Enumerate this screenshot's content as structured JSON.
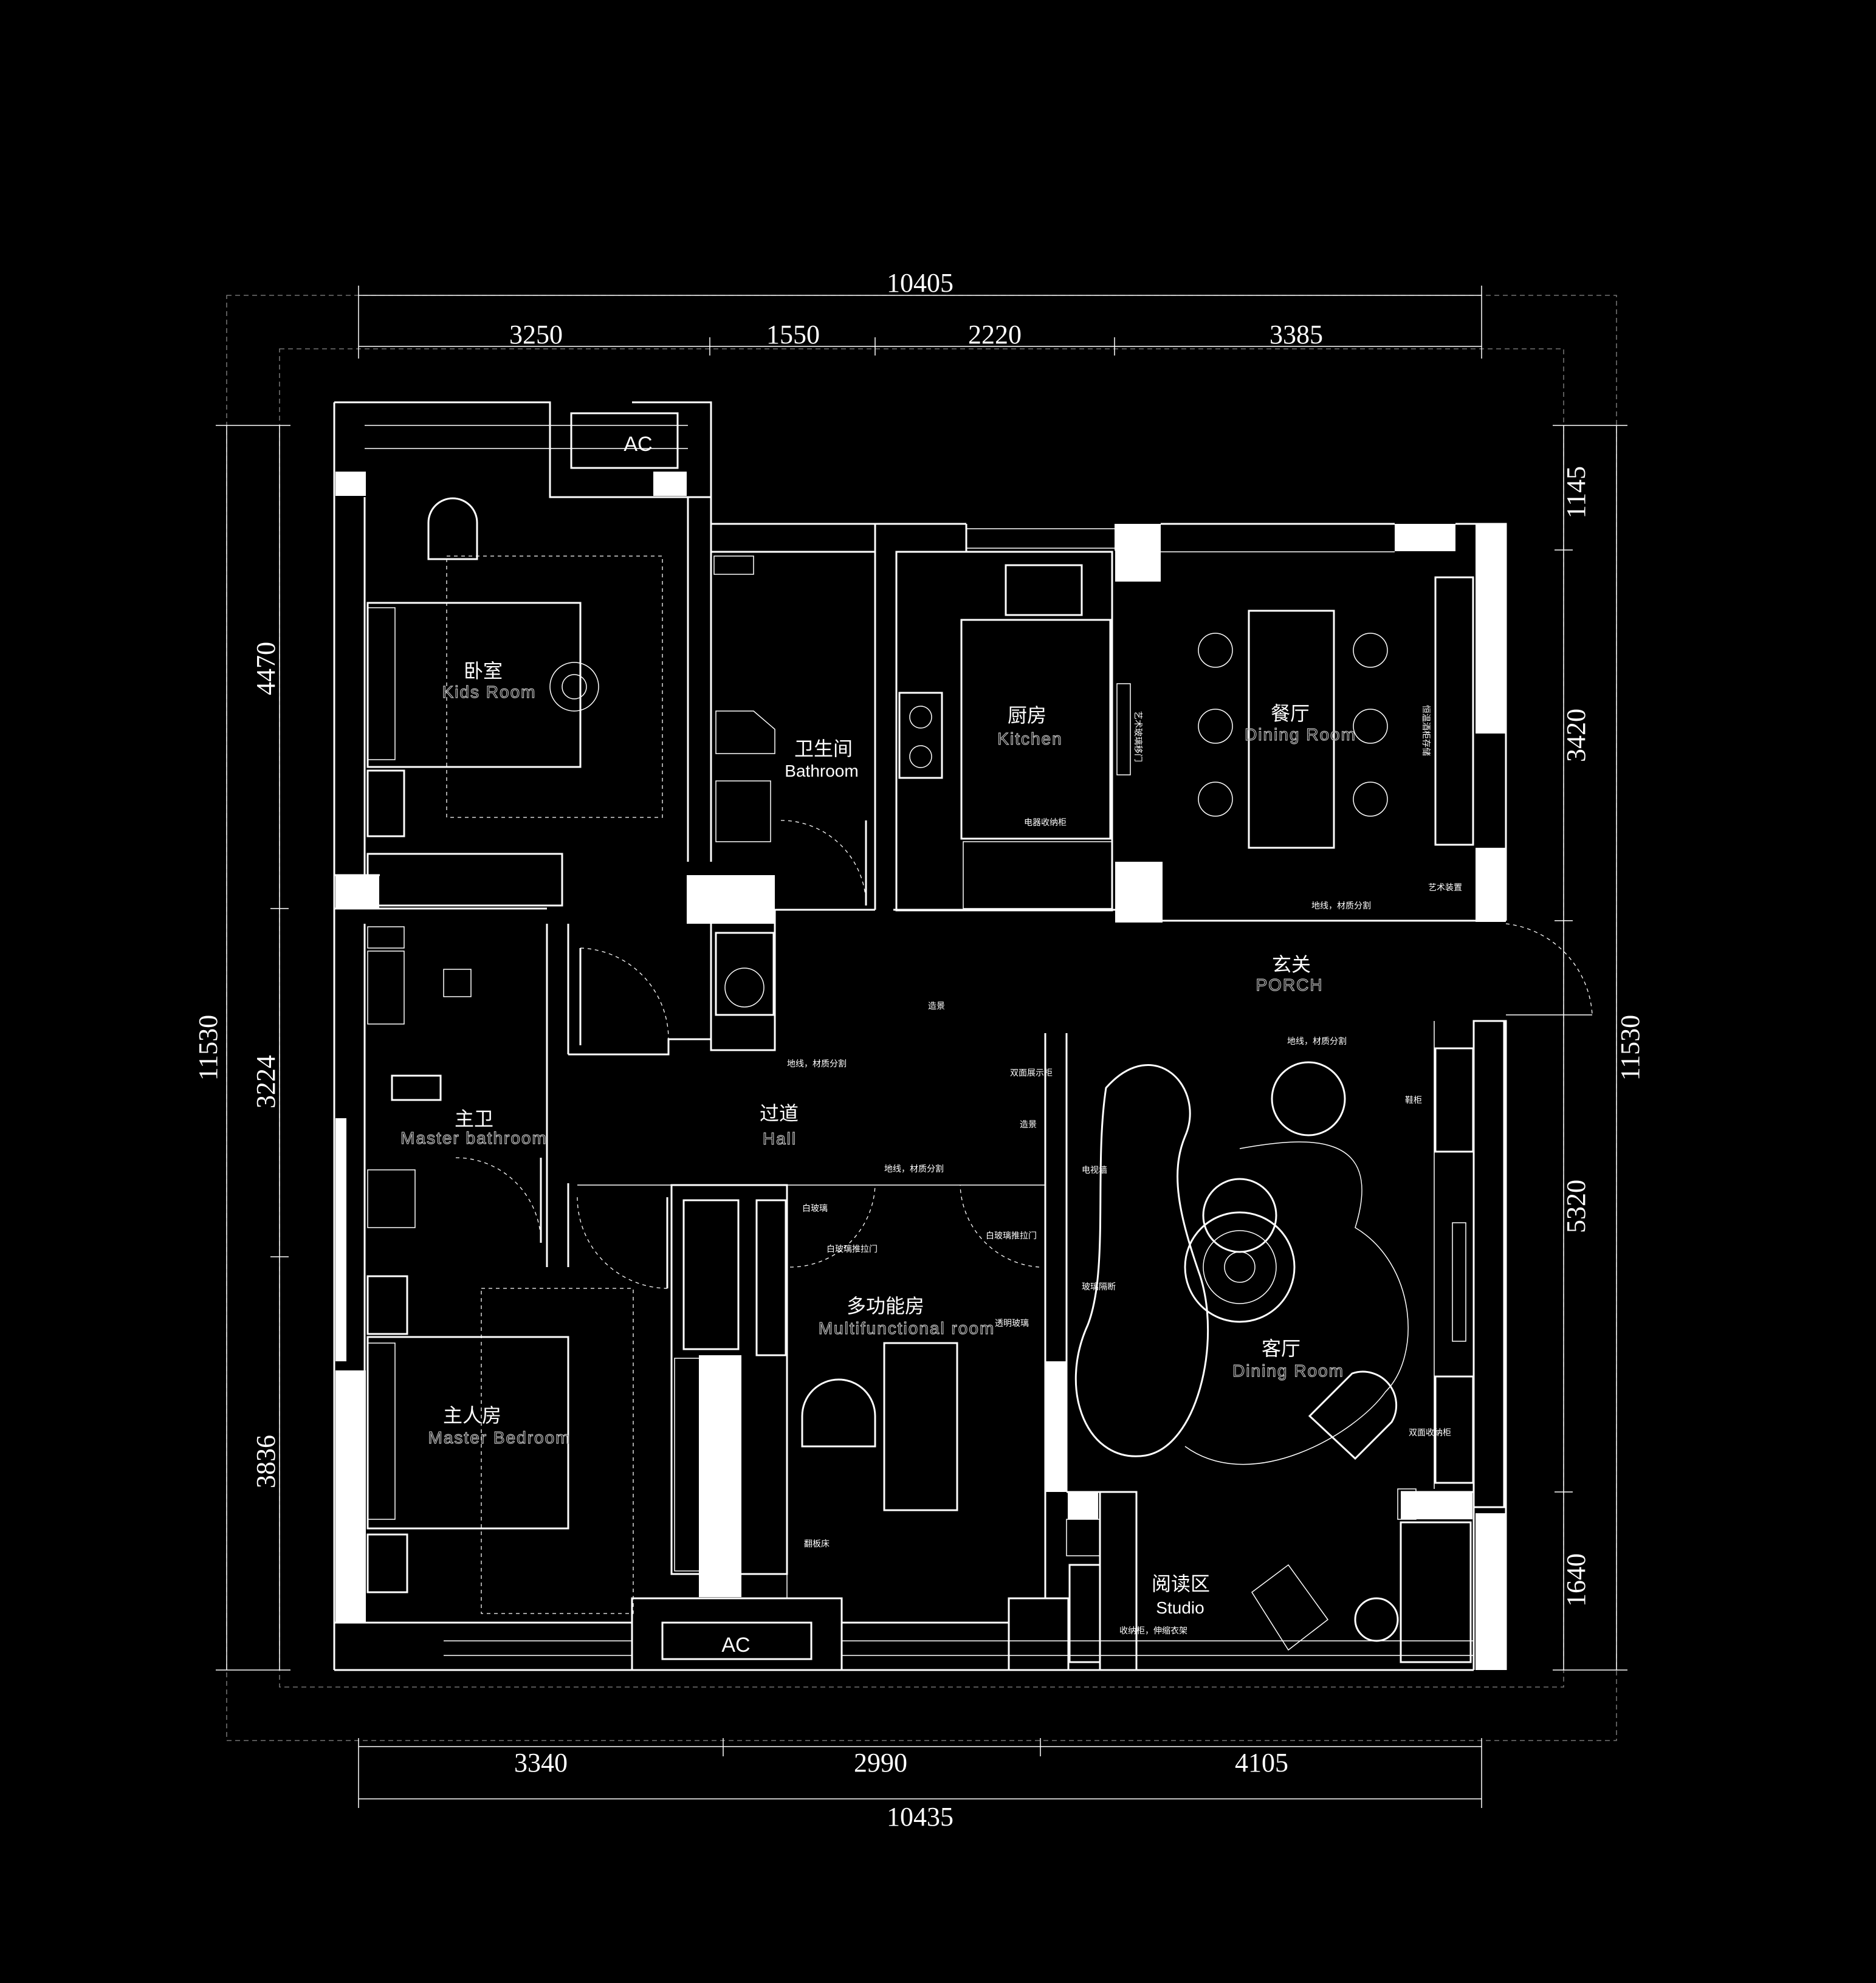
{
  "dimensions": {
    "top_total": "10405",
    "top_segments": [
      "3250",
      "1550",
      "2220",
      "3385"
    ],
    "bottom_total": "10435",
    "bottom_segments": [
      "3340",
      "2990",
      "4105"
    ],
    "left_total": "11530",
    "left_segments": [
      "4470",
      "3224",
      "3836"
    ],
    "right_total": "11530",
    "right_segments": [
      "1145",
      "3420",
      "5320",
      "1640"
    ]
  },
  "rooms": {
    "kids_room": {
      "cn": "卧室",
      "en": "Kids Room"
    },
    "bathroom": {
      "cn": "卫生间",
      "en": "Bathroom"
    },
    "kitchen": {
      "cn": "厨房",
      "en": "Kitchen"
    },
    "dining": {
      "cn": "餐厅",
      "en": "Dining Room"
    },
    "porch": {
      "cn": "玄关",
      "en": "PORCH"
    },
    "master_bath": {
      "cn": "主卫",
      "en": "Master bathroom"
    },
    "hall": {
      "cn": "过道",
      "en": "Hall"
    },
    "multi": {
      "cn": "多功能房",
      "en": "Multifunctional room"
    },
    "living": {
      "cn": "客厅",
      "en": "Dining Room"
    },
    "master_bed": {
      "cn": "主人房",
      "en": "Master Bedroom"
    },
    "studio": {
      "cn": "阅读区",
      "en": "Studio"
    }
  },
  "ac_labels": [
    "AC",
    "AC"
  ],
  "notes": {
    "floor_line_1": "地线，材质分割",
    "floor_line_2": "地线，材质分割",
    "floor_line_3": "地线，材质分割",
    "floor_line_4": "地线，材质分割",
    "art_niche": "艺术装置",
    "appliance_cabinet": "电器收纳柜",
    "wine_cabinet": "恒温酒柜存储",
    "art_glass_door": "艺术玻璃移门",
    "shoe_cabinet": "鞋柜",
    "display_cabinet": "双面展示柜",
    "tv_wall": "电视墙",
    "glass_door_a": "白玻璃",
    "glass_door_b": "白玻璃推拉门",
    "glass_door_c": "白玻璃推拉门",
    "curtain_a": "玻璃隔断",
    "fold_bed": "翻板床",
    "storage": "收纳柜，伸缩衣架",
    "glass_b": "透明玻璃",
    "scenery": "造景",
    "scenery2": "造景",
    "cabinet_b": "双面收纳柜"
  }
}
